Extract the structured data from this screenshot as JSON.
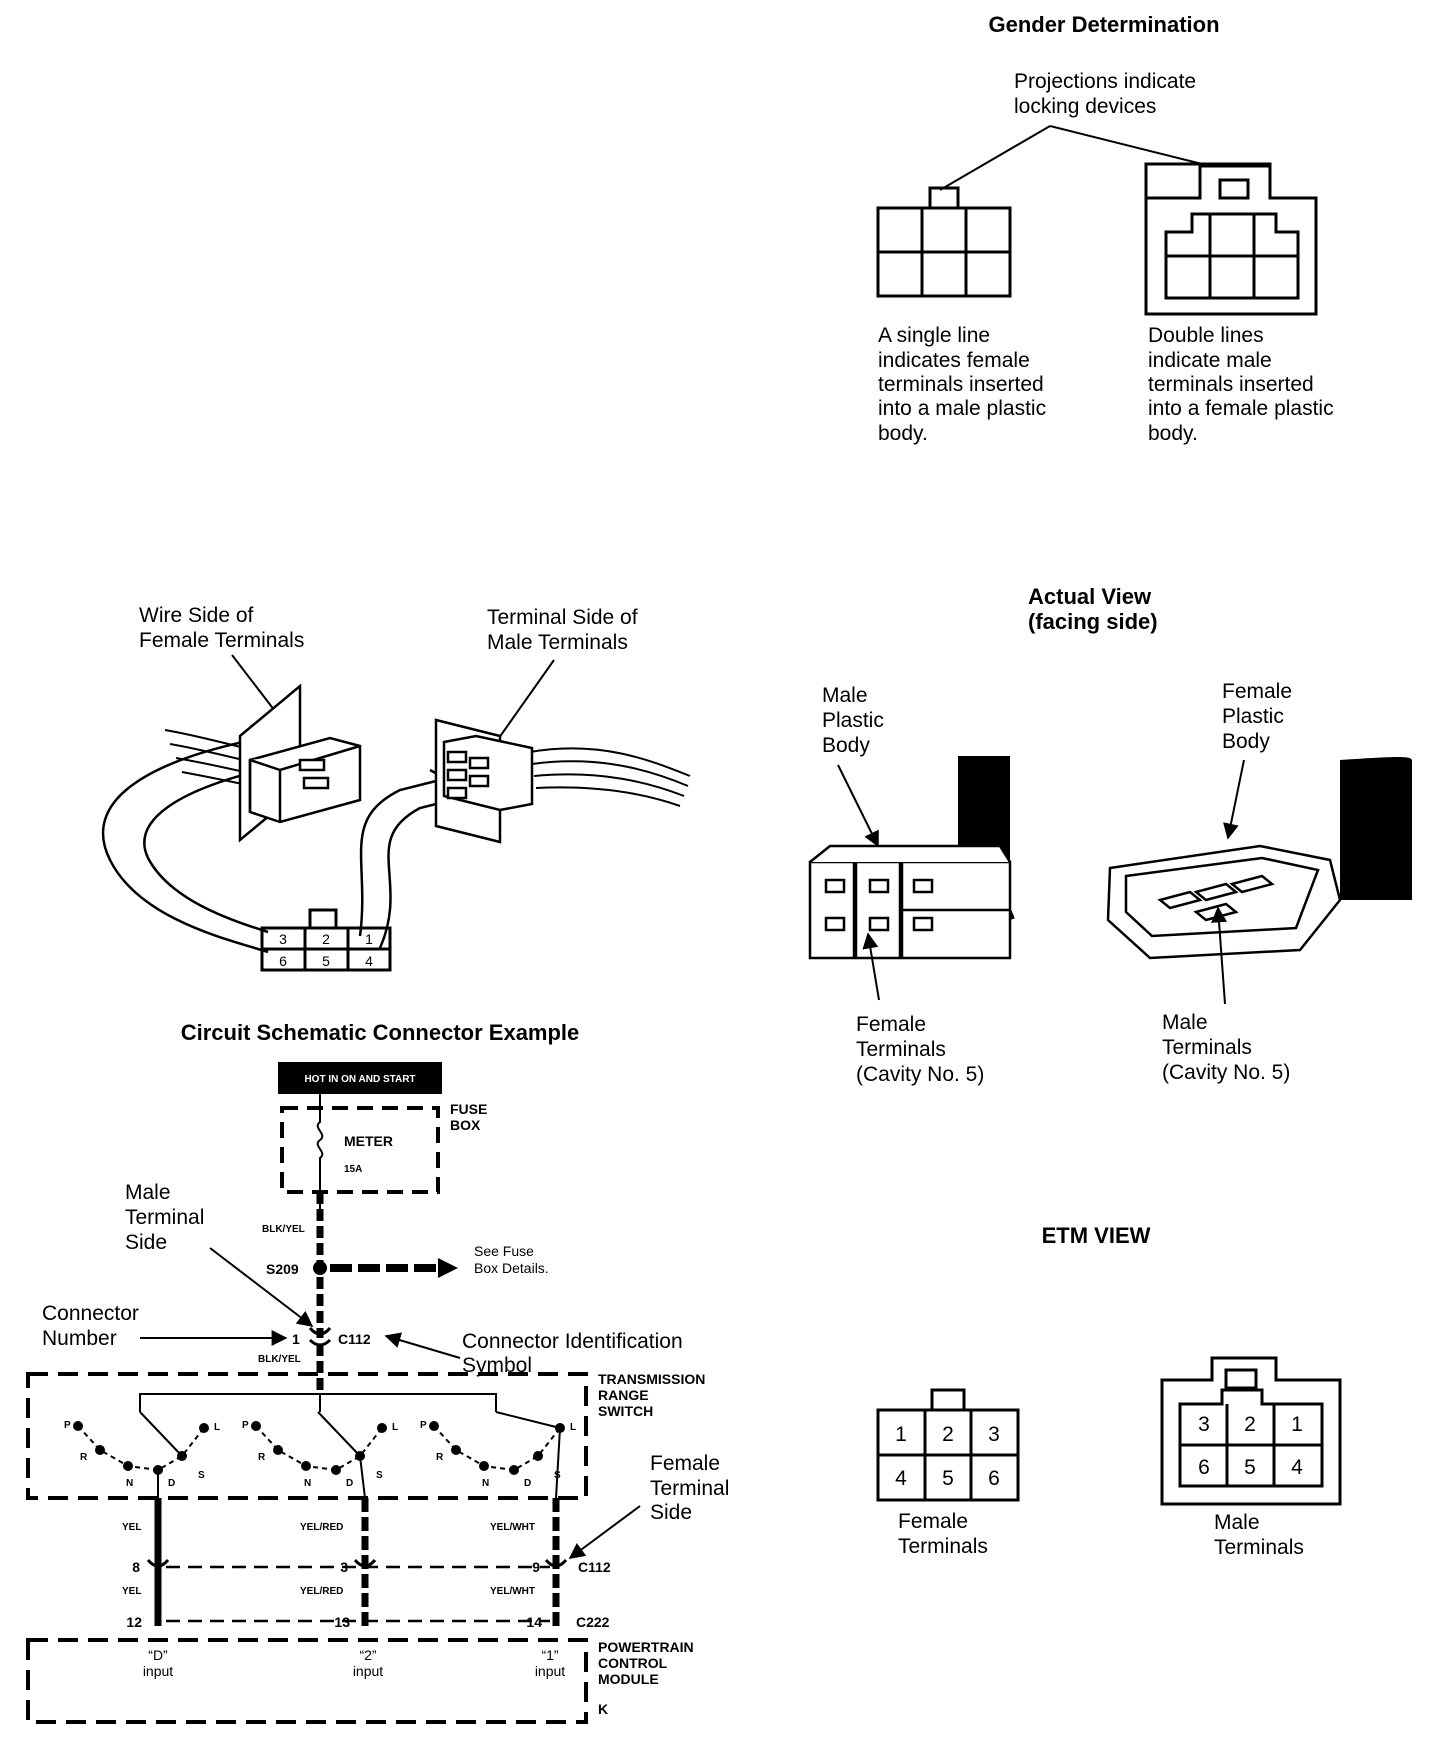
{
  "gender": {
    "title": "Gender Determination",
    "projections": [
      "Projections indicate",
      "locking devices"
    ],
    "single_line": [
      "A single line",
      "indicates female",
      "terminals inserted",
      "into a male plastic",
      "body."
    ],
    "double_lines": [
      "Double lines",
      "indicate male",
      "terminals inserted",
      "into a female plastic",
      "body."
    ]
  },
  "sides": {
    "wire_side": [
      "Wire Side of",
      "Female Terminals"
    ],
    "terminal_side": [
      "Terminal Side of",
      "Male Terminals"
    ],
    "cavities_top": [
      "3",
      "2",
      "1"
    ],
    "cavities_bottom": [
      "6",
      "5",
      "4"
    ]
  },
  "actual": {
    "title": [
      "Actual View",
      "(facing side)"
    ],
    "male_body": [
      "Male",
      "Plastic",
      "Body"
    ],
    "female_body": [
      "Female",
      "Plastic",
      "Body"
    ],
    "female_terminals": [
      "Female",
      "Terminals",
      "(Cavity No. 5)"
    ],
    "male_terminals": [
      "Male",
      "Terminals",
      "(Cavity No. 5)"
    ]
  },
  "etm": {
    "title": "ETM VIEW",
    "female_grid": [
      "1",
      "2",
      "3",
      "4",
      "5",
      "6"
    ],
    "male_grid": [
      "3",
      "2",
      "1",
      "6",
      "5",
      "4"
    ],
    "female_label": [
      "Female",
      "Terminals"
    ],
    "male_label": [
      "Male",
      "Terminals"
    ]
  },
  "schematic": {
    "title": "Circuit Schematic Connector Example",
    "hot": "HOT IN ON AND START",
    "fuse_box": [
      "FUSE",
      "BOX"
    ],
    "meter": "METER",
    "amps": "15A",
    "wire_blk_yel": "BLK/YEL",
    "s209": "S209",
    "see_fuse": [
      "See Fuse",
      "Box Details."
    ],
    "male_side": [
      "Male",
      "Terminal",
      "Side"
    ],
    "connector_number": [
      "Connector",
      "Number"
    ],
    "pin1": "1",
    "c112": "C112",
    "conn_id": [
      "Connector Identification",
      "Symbol"
    ],
    "trs": [
      "TRANSMISSION",
      "RANGE",
      "SWITCH"
    ],
    "switch_letters": [
      "P",
      "R",
      "N",
      "D",
      "S",
      "L"
    ],
    "female_side": [
      "Female",
      "Terminal",
      "Side"
    ],
    "wires": [
      "YEL",
      "YEL/RED",
      "YEL/WHT"
    ],
    "c112_pins": [
      "8",
      "3",
      "9"
    ],
    "c222_pins": [
      "12",
      "13",
      "14"
    ],
    "c222": "C222",
    "inputs": [
      "“D”",
      "“2”",
      "“1”"
    ],
    "input_word": "input",
    "pcm": [
      "POWERTRAIN",
      "CONTROL",
      "MODULE"
    ],
    "k": "K"
  }
}
